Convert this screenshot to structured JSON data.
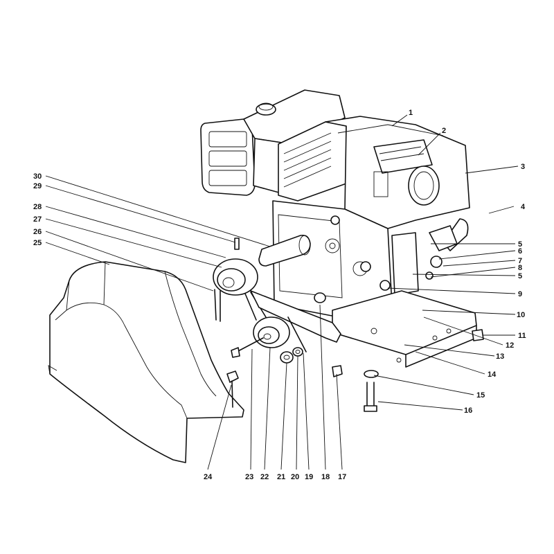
{
  "callouts": [
    {
      "id": "c1",
      "text": "1"
    },
    {
      "id": "c2",
      "text": "2"
    },
    {
      "id": "c3",
      "text": "3"
    },
    {
      "id": "c4",
      "text": "4"
    },
    {
      "id": "c5a",
      "text": "5"
    },
    {
      "id": "c6",
      "text": "6"
    },
    {
      "id": "c7",
      "text": "7"
    },
    {
      "id": "c8",
      "text": "8"
    },
    {
      "id": "c5b",
      "text": "5"
    },
    {
      "id": "c9",
      "text": "9"
    },
    {
      "id": "c10",
      "text": "10"
    },
    {
      "id": "c11",
      "text": "11"
    },
    {
      "id": "c12",
      "text": "12"
    },
    {
      "id": "c13",
      "text": "13"
    },
    {
      "id": "c14",
      "text": "14"
    },
    {
      "id": "c15",
      "text": "15"
    },
    {
      "id": "c16",
      "text": "16"
    },
    {
      "id": "c17",
      "text": "17"
    },
    {
      "id": "c18",
      "text": "18"
    },
    {
      "id": "c19",
      "text": "19"
    },
    {
      "id": "c20",
      "text": "20"
    },
    {
      "id": "c21",
      "text": "21"
    },
    {
      "id": "c22",
      "text": "22"
    },
    {
      "id": "c23",
      "text": "23"
    },
    {
      "id": "c24",
      "text": "24"
    },
    {
      "id": "c25",
      "text": "25"
    },
    {
      "id": "c26",
      "text": "26"
    },
    {
      "id": "c27",
      "text": "27"
    },
    {
      "id": "c28",
      "text": "28"
    },
    {
      "id": "c29",
      "text": "29"
    },
    {
      "id": "c30",
      "text": "30"
    }
  ]
}
